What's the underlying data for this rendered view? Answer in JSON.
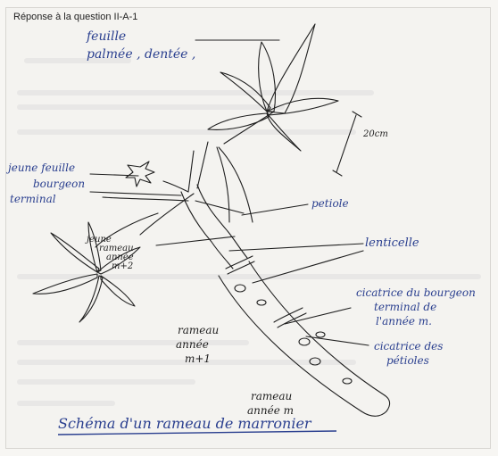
{
  "document": {
    "header": "Réponse à la question II-A-1",
    "labels": {
      "feuille_line1": "feuille",
      "feuille_line2": "palmée , dentée ,",
      "jeune_feuille": "jeune feuille",
      "bourgeon_line1": "bourgeon",
      "bourgeon_line2": "terminal",
      "jeune_rameau_line1": "jeune",
      "jeune_rameau_line2": "rameau",
      "jeune_rameau_line3": "année",
      "jeune_rameau_line4": "m+2",
      "petiole": "petiole",
      "lenticelle": "lenticelle",
      "cicatrice_bourgeon_line1": "cicatrice du bourgeon",
      "cicatrice_bourgeon_line2": "terminal de",
      "cicatrice_bourgeon_line3": "l'année m.",
      "cicatrice_petioles_line1": "cicatrice des",
      "cicatrice_petioles_line2": "pétioles",
      "rameau_m1_line1": "rameau",
      "rameau_m1_line2": "année",
      "rameau_m1_line3": "m+1",
      "rameau_m_line1": "rameau",
      "rameau_m_line2": "année m",
      "scale": "20cm",
      "title": "Schéma d'un rameau de marronier"
    }
  },
  "colors": {
    "blue_ink": "#2a3f8f",
    "pencil": "#1f1f1f",
    "paper": "#f4f3f0"
  }
}
